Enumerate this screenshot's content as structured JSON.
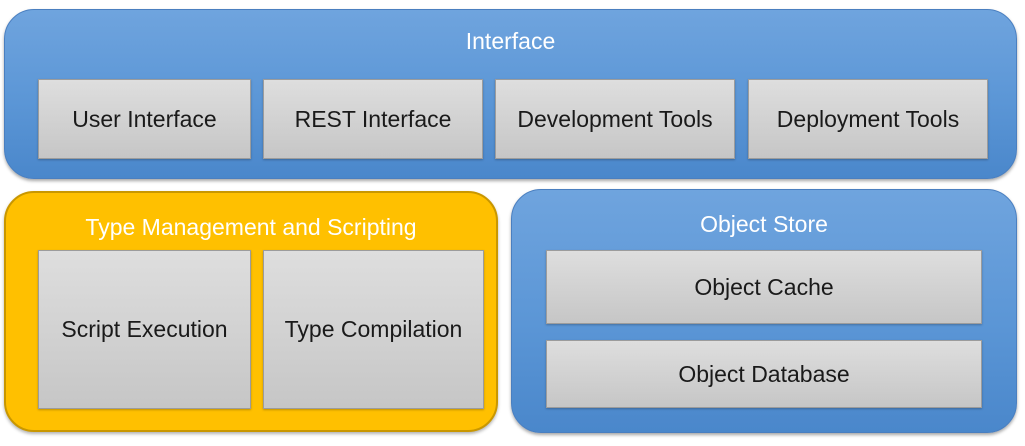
{
  "diagram": {
    "interface": {
      "title": "Interface",
      "components": [
        "User Interface",
        "REST Interface",
        "Development Tools",
        "Deployment Tools"
      ]
    },
    "type_management": {
      "title": "Type Management and Scripting",
      "components": [
        "Script Execution",
        "Type Compilation"
      ]
    },
    "object_store": {
      "title": "Object Store",
      "components": [
        "Object Cache",
        "Object Database"
      ]
    }
  },
  "colors": {
    "group_blue": "#5b96d6",
    "group_yellow": "#ffc000",
    "component_gray": "#d2d2d2",
    "title_text": "#ffffff",
    "component_text": "#1a1a1a"
  }
}
